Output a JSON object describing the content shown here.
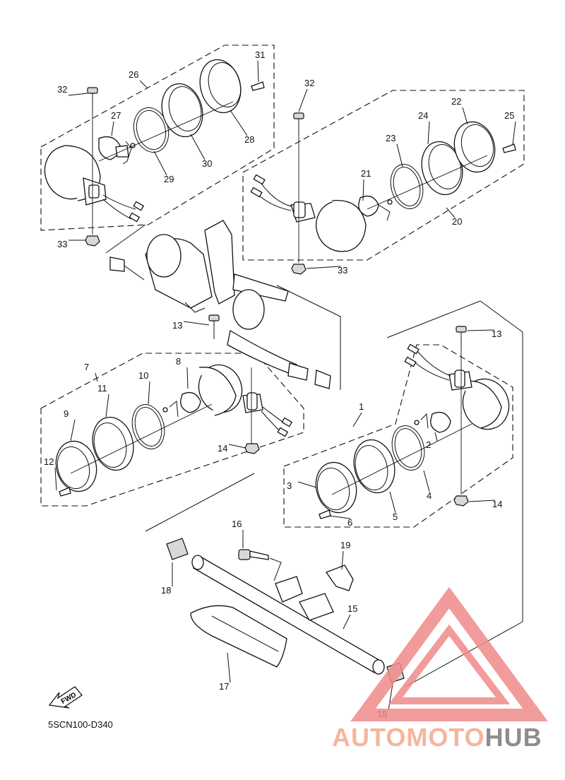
{
  "diagram_code": "5SCN100-D340",
  "fwd_label": "FWD",
  "watermark": {
    "part1": "AUTOMOTO",
    "part2": "HUB",
    "color1": "#f5a98d",
    "color2": "#7a7a7a",
    "triangle_color": "#f08a8a"
  },
  "callouts": [
    {
      "id": "c1",
      "label": "1"
    },
    {
      "id": "c2",
      "label": "2"
    },
    {
      "id": "c3",
      "label": "3"
    },
    {
      "id": "c4",
      "label": "4"
    },
    {
      "id": "c5",
      "label": "5"
    },
    {
      "id": "c6",
      "label": "6"
    },
    {
      "id": "c7",
      "label": "7"
    },
    {
      "id": "c8",
      "label": "8"
    },
    {
      "id": "c9",
      "label": "9"
    },
    {
      "id": "c10",
      "label": "10"
    },
    {
      "id": "c11",
      "label": "11"
    },
    {
      "id": "c12",
      "label": "12"
    },
    {
      "id": "c13a",
      "label": "13"
    },
    {
      "id": "c13b",
      "label": "13"
    },
    {
      "id": "c14a",
      "label": "14"
    },
    {
      "id": "c14b",
      "label": "14"
    },
    {
      "id": "c15",
      "label": "15"
    },
    {
      "id": "c16",
      "label": "16"
    },
    {
      "id": "c17",
      "label": "17"
    },
    {
      "id": "c18a",
      "label": "18"
    },
    {
      "id": "c18b",
      "label": "18"
    },
    {
      "id": "c19",
      "label": "19"
    },
    {
      "id": "c20",
      "label": "20"
    },
    {
      "id": "c21",
      "label": "21"
    },
    {
      "id": "c22",
      "label": "22"
    },
    {
      "id": "c23",
      "label": "23"
    },
    {
      "id": "c24",
      "label": "24"
    },
    {
      "id": "c25",
      "label": "25"
    },
    {
      "id": "c26",
      "label": "26"
    },
    {
      "id": "c27",
      "label": "27"
    },
    {
      "id": "c28",
      "label": "28"
    },
    {
      "id": "c29",
      "label": "29"
    },
    {
      "id": "c30",
      "label": "30"
    },
    {
      "id": "c31",
      "label": "31"
    },
    {
      "id": "c32a",
      "label": "32"
    },
    {
      "id": "c32b",
      "label": "32"
    },
    {
      "id": "c33a",
      "label": "33"
    },
    {
      "id": "c33b",
      "label": "33"
    }
  ]
}
